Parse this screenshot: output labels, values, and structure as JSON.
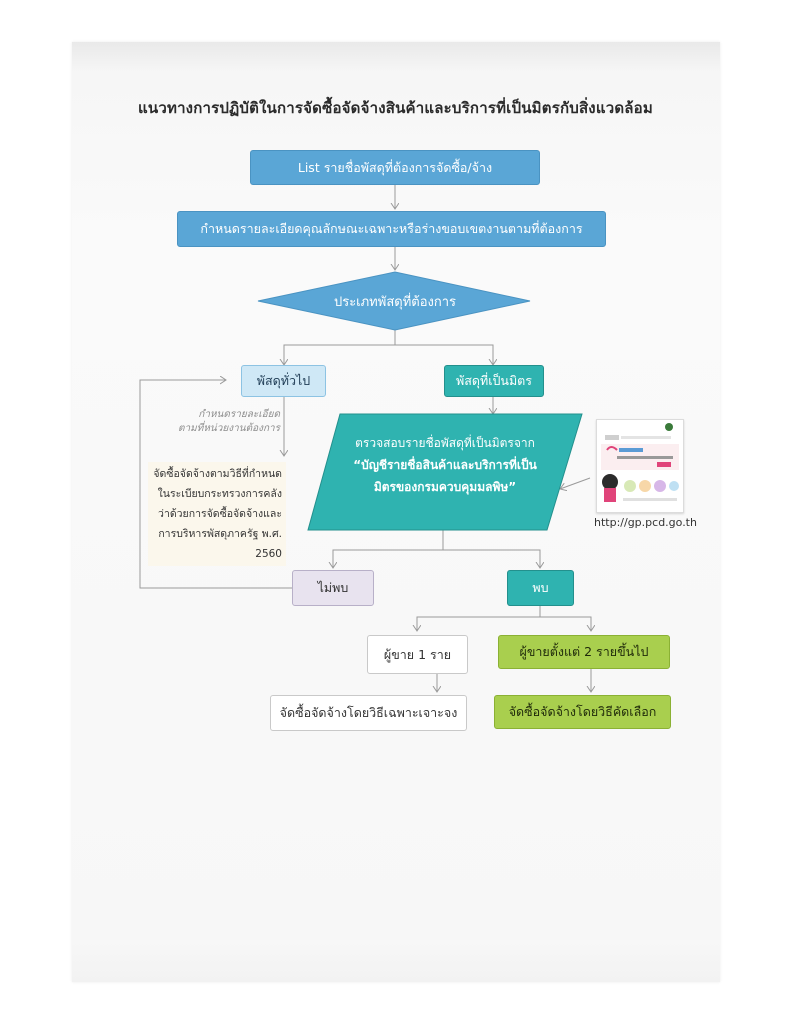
{
  "title": "แนวทางการปฏิบัติในการจัดซื้อจัดจ้างสินค้าและบริการที่เป็นมิตรกับสิ่งแวดล้อม",
  "nodes": {
    "list": "List รายชื่อพัสดุที่ต้องการจัดซื้อ/จ้าง",
    "spec": "กำหนดรายละเอียดคุณลักษณะเฉพาะหรือร่างขอบเขตงานตามที่ต้องการ",
    "type_decision": "ประเภทพัสดุที่ต้องการ",
    "general": "พัสดุทั่วไป",
    "green_item": "พัสดุที่เป็นมิตร",
    "general_note_1": "กำหนดรายละเอียด",
    "general_note_2": "ตามที่หน่วยงานต้องการ",
    "rule_1": "จัดซื้อจัดจ้างตามวิธีที่กำหนด",
    "rule_2": "ในระเบียบกระทรวงการคลัง",
    "rule_3": "ว่าด้วยการจัดซื้อจัดจ้างและ",
    "rule_4": "การบริหารพัสดุภาครัฐ พ.ศ. 2560",
    "check_1": "ตรวจสอบรายชื่อพัสดุที่เป็นมิตรจาก",
    "check_2": "“บัญชีรายชื่อสินค้าและบริการที่เป็น",
    "check_3": "มิตรของกรมควบคุมมลพิษ”",
    "not_found": "ไม่พบ",
    "found": "พบ",
    "one_seller": "ผู้ขาย 1 ราย",
    "two_sellers": "ผู้ขายตั้งแต่ 2 รายขึ้นไป",
    "specific_method": "จัดซื้อจัดจ้างโดยวิธีเฉพาะเจาะจง",
    "selection_method": "จัดซื้อจัดจ้างโดยวิธีคัดเลือก"
  },
  "website_url": "http://gp.pcd.go.th",
  "colors": {
    "blue": "#5aa6d6",
    "light_blue": "#cfe8f6",
    "teal": "#2fb3b0",
    "lavender": "#e8e3ef",
    "green": "#a9cf4e",
    "connector": "#9a9a9a"
  }
}
